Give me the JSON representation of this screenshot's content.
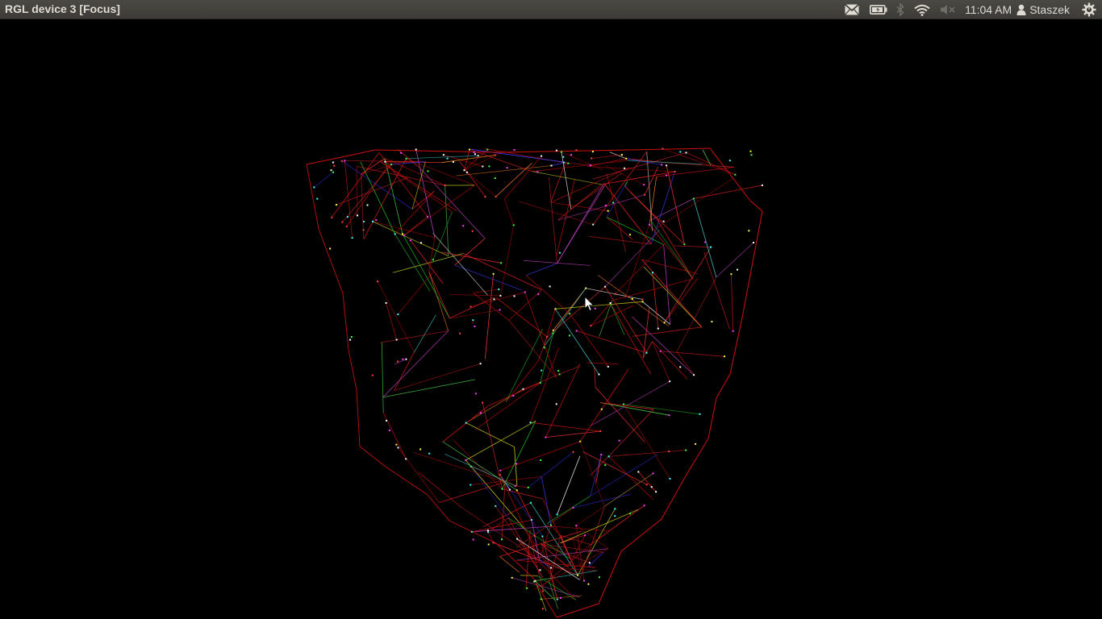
{
  "window": {
    "title": "RGL device 3 [Focus]"
  },
  "panel": {
    "clock": "11:04 AM",
    "user_name": "Staszek",
    "indicators": [
      "mail-icon",
      "battery-icon",
      "bluetooth-icon",
      "wifi-icon",
      "volume-muted-icon",
      "user-icon",
      "power-gear-icon"
    ]
  },
  "rgl_scene": {
    "background": "#000000",
    "edge_colors": [
      "#d01010",
      "#e02020",
      "#b00808",
      "#ff3030",
      "#2a2ad0",
      "#4040ff",
      "#20c020",
      "#50e050",
      "#e0e020",
      "#40c0c0",
      "#c040c0",
      "#ffffff",
      "#ff8020"
    ],
    "node_colors": [
      "#ffffff",
      "#ff4040",
      "#40ff40",
      "#ffff40",
      "#ff40ff",
      "#40ffff"
    ]
  }
}
